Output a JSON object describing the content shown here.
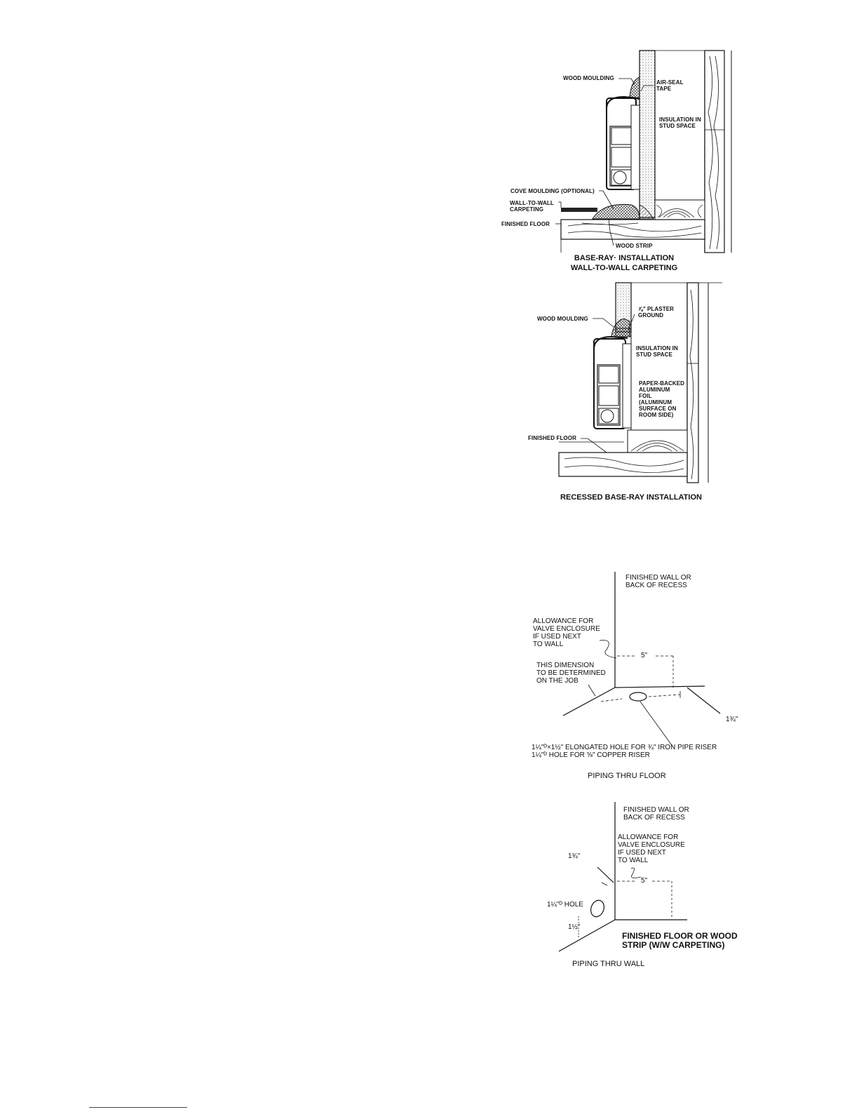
{
  "diagrams": {
    "fig1": {
      "labels": {
        "wood_moulding": "WOOD MOULDING",
        "air_seal_tape": "AIR-SEAL\nTAPE",
        "insulation": "INSULATION IN\nSTUD SPACE",
        "cove_moulding": "COVE MOULDING (OPTIONAL)",
        "carpeting": "WALL-TO-WALL\nCARPETING",
        "finished_floor": "FINISHED FLOOR",
        "wood_strip": "WOOD STRIP"
      },
      "caption": "BASE-RAY· INSTALLATION\nWALL-TO-WALL CARPETING"
    },
    "fig2": {
      "labels": {
        "wood_moulding": "WOOD MOULDING",
        "plaster_ground": "⅞\" PLASTER\nGROUND",
        "insulation": "INSULATION IN\nSTUD SPACE",
        "foil": "PAPER-BACKED\nALUMINUM\nFOIL\n(ALUMINUM\nSURFACE ON\nROOM SIDE)",
        "finished_floor": "FINISHED FLOOR"
      },
      "caption": "RECESSED BASE-RAY INSTALLATION"
    },
    "fig3": {
      "labels": {
        "finished_wall": "FINISHED WALL OR\nBACK OF RECESS",
        "allowance": "ALLOWANCE FOR\nVALVE ENCLOSURE\nIF USED NEXT\nTO WALL",
        "dimension": "THIS DIMENSION\nTO BE DETERMINED\nON THE JOB",
        "five_inch": "5\"",
        "one_three_quarter": "1¾\"",
        "holes": "1¼\"ᴰ×1½\" ELONGATED HOLE FOR ¾\" IRON PIPE RISER\n1¼\"ᴰ HOLE FOR ⅝\" COPPER RISER"
      },
      "caption": "PIPING THRU FLOOR"
    },
    "fig4": {
      "labels": {
        "finished_wall": "FINISHED WALL OR\nBACK OF RECESS",
        "allowance": "ALLOWANCE FOR\nVALVE ENCLOSURE\nIF USED NEXT\nTO WALL",
        "one_three_quarter": "1¾\"",
        "five_inch": "5\"",
        "hole": "1¼\"ᴰ HOLE",
        "one_half": "1½\"",
        "finished_floor": "FINISHED FLOOR OR WOOD\nSTRIP (W/W CARPETING)"
      },
      "caption": "PIPING THRU WALL"
    }
  }
}
